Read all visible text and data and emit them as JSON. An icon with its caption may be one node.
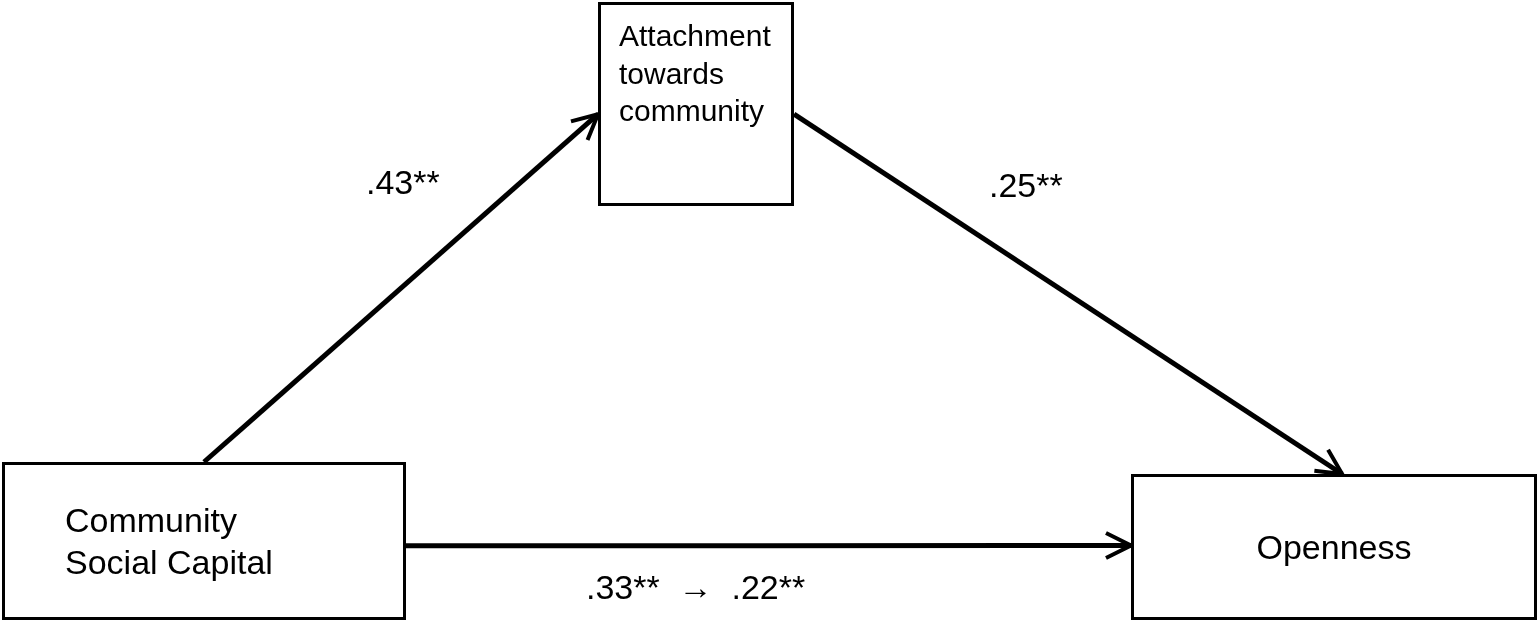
{
  "diagram": {
    "nodes": [
      {
        "text": [
          "Attachment towards community"
        ]
      },
      {
        "text": [
          "Community Social Capital"
        ]
      },
      {
        "text": [
          "Openness"
        ]
      }
    ],
    "edges": [
      {
        "from": 1,
        "to": 0,
        "arrow": "to",
        "label": ".43**"
      },
      {
        "from": 0,
        "to": 2,
        "arrow": "to",
        "label": ".25**"
      },
      {
        "from": 1,
        "to": 2,
        "arrow": "to",
        "label": ".33**  →  .22**"
      }
    ]
  }
}
